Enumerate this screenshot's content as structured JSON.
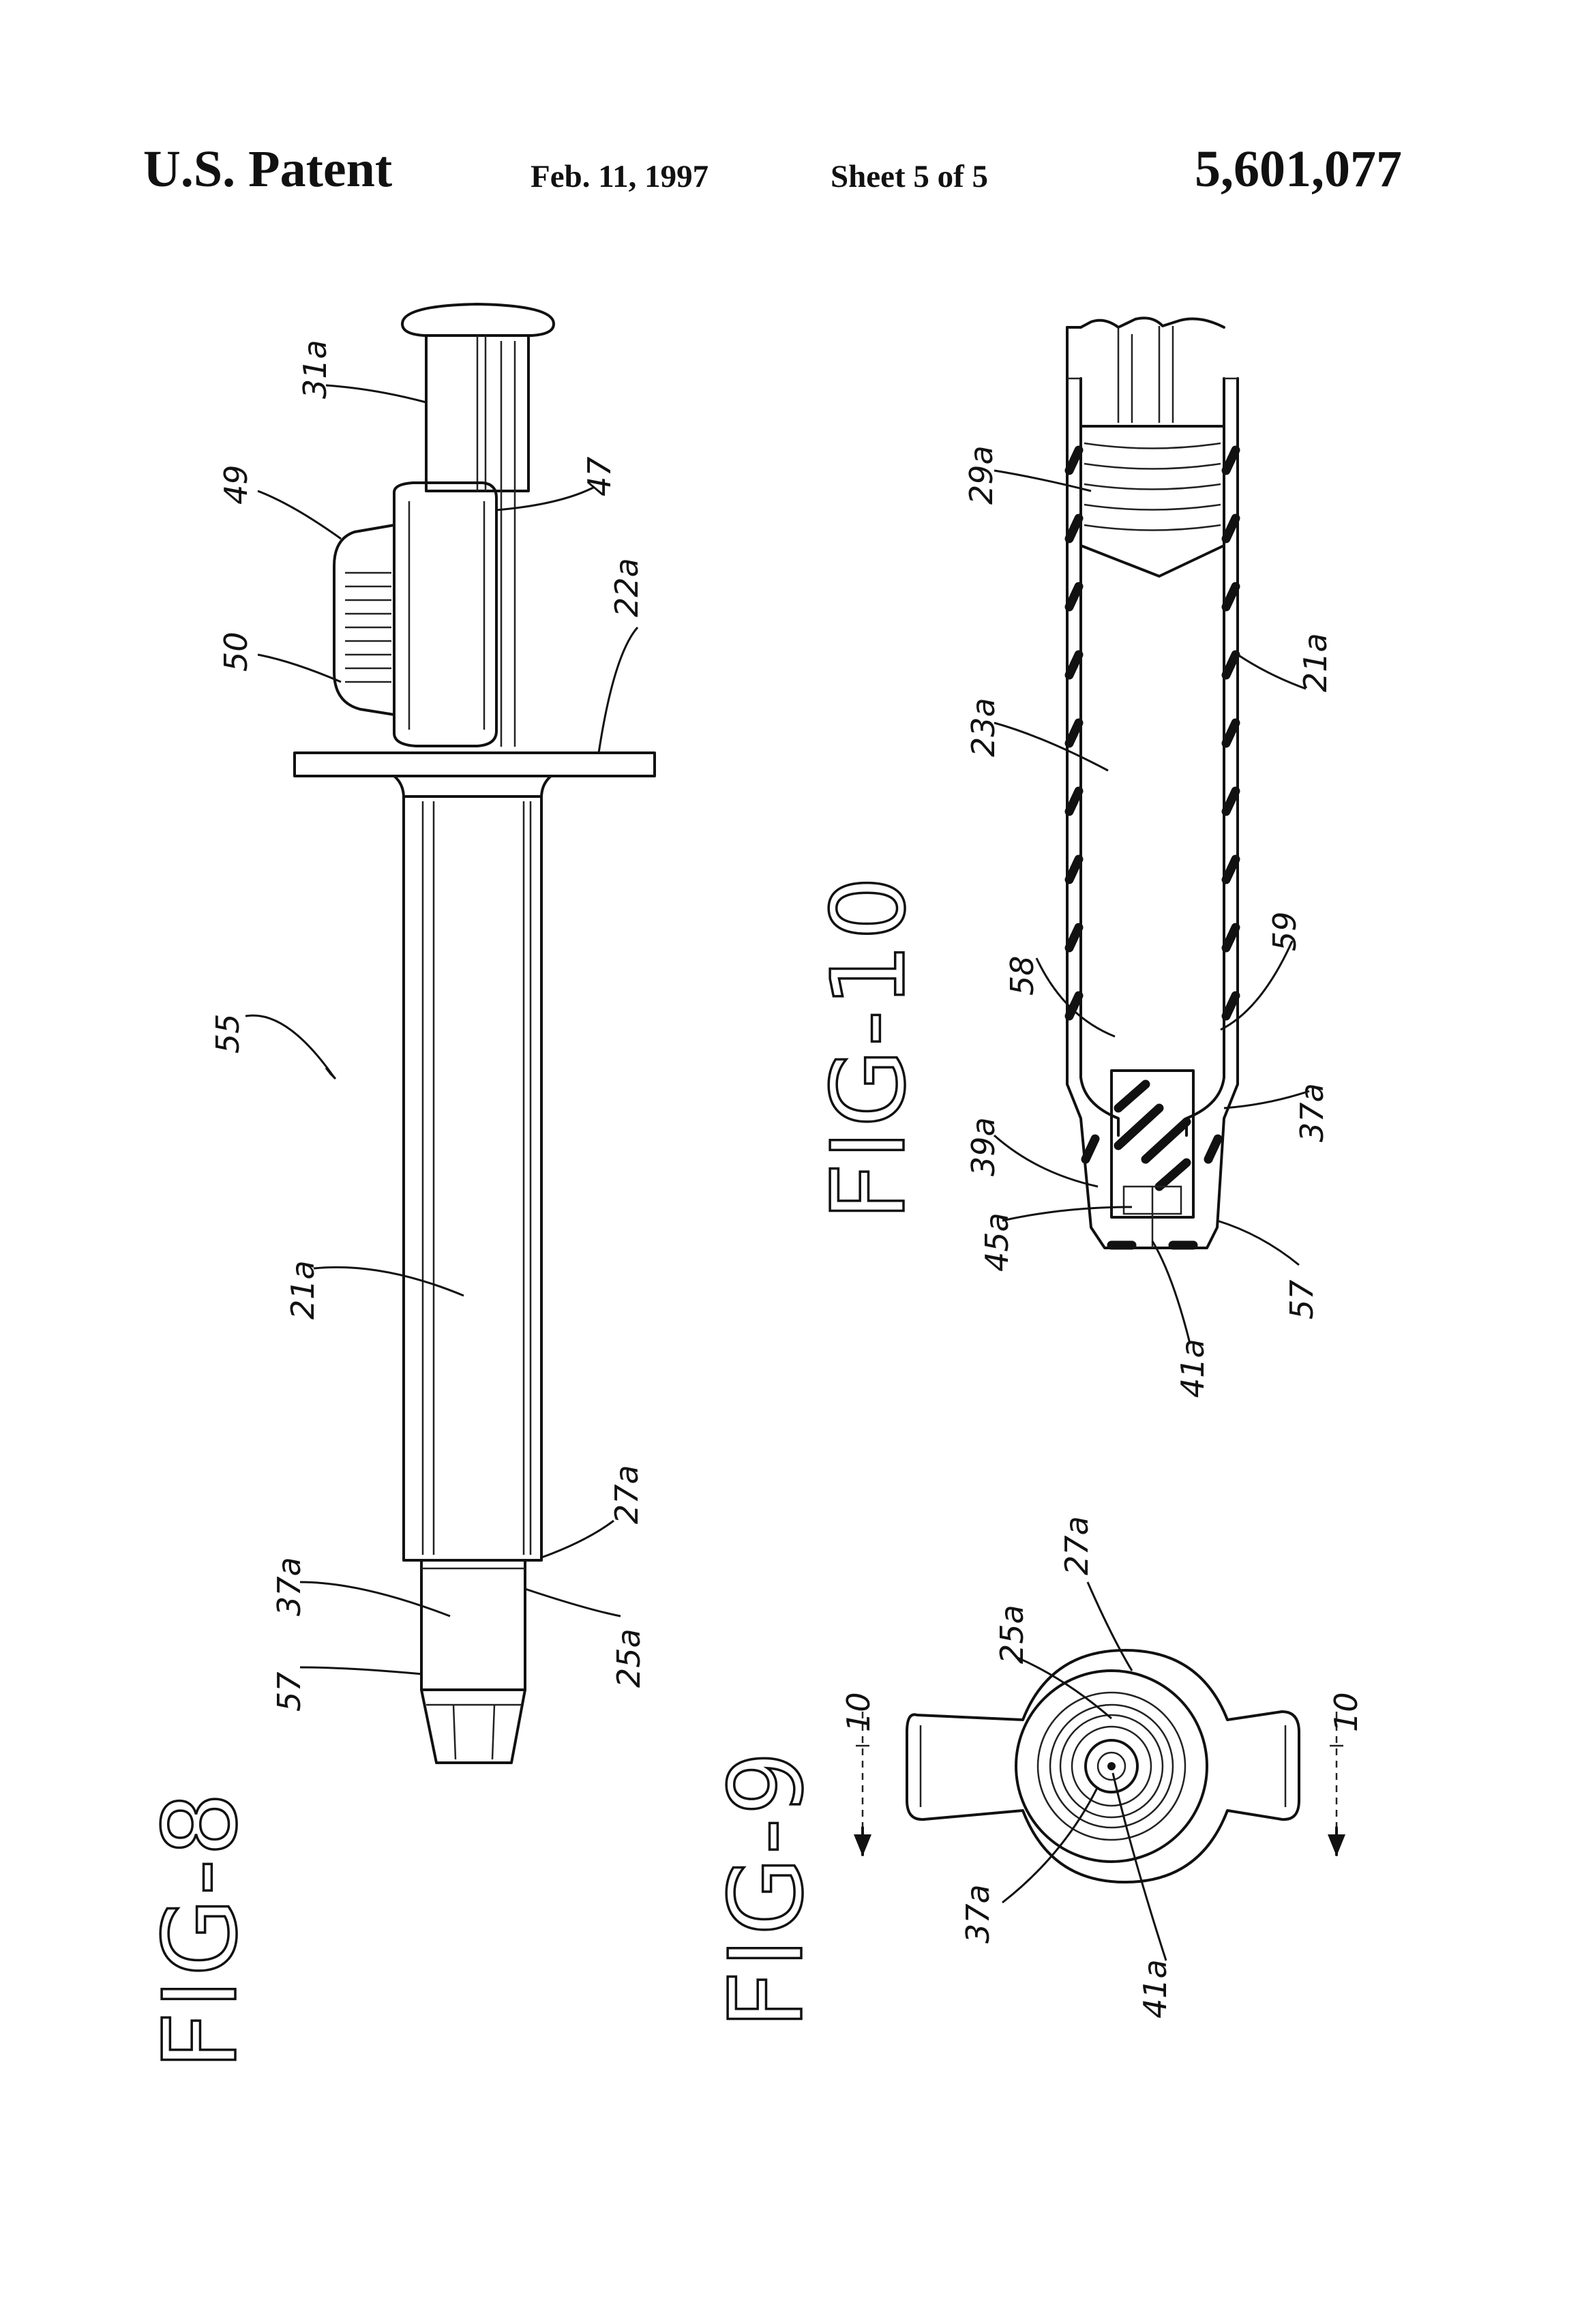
{
  "header": {
    "title": "U.S. Patent",
    "date": "Feb. 11, 1997",
    "sheet": "Sheet 5 of 5",
    "patent_number": "5,601,077"
  },
  "figures": {
    "fig8": {
      "caption": "FIG-8"
    },
    "fig9": {
      "caption": "FIG-9"
    },
    "fig10": {
      "caption": "FIG-10"
    }
  },
  "labels": {
    "fig8": {
      "l31a": "31a",
      "l49": "49",
      "l47": "47",
      "l50": "50",
      "l22a": "22a",
      "l55": "55",
      "l21a": "21a",
      "l27a": "27a",
      "l37a": "37a",
      "l25a": "25a",
      "l57": "57"
    },
    "fig9": {
      "l25a": "25a",
      "l27a": "27a",
      "l37a": "37a",
      "l41a": "41a",
      "l10a": "10",
      "l10b": "10"
    },
    "fig10": {
      "l29a": "29a",
      "l21a": "21a",
      "l23a": "23a",
      "l58": "58",
      "l59": "59",
      "l39a": "39a",
      "l37a": "37a",
      "l45a": "45a",
      "l41a": "41a",
      "l57": "57"
    }
  }
}
